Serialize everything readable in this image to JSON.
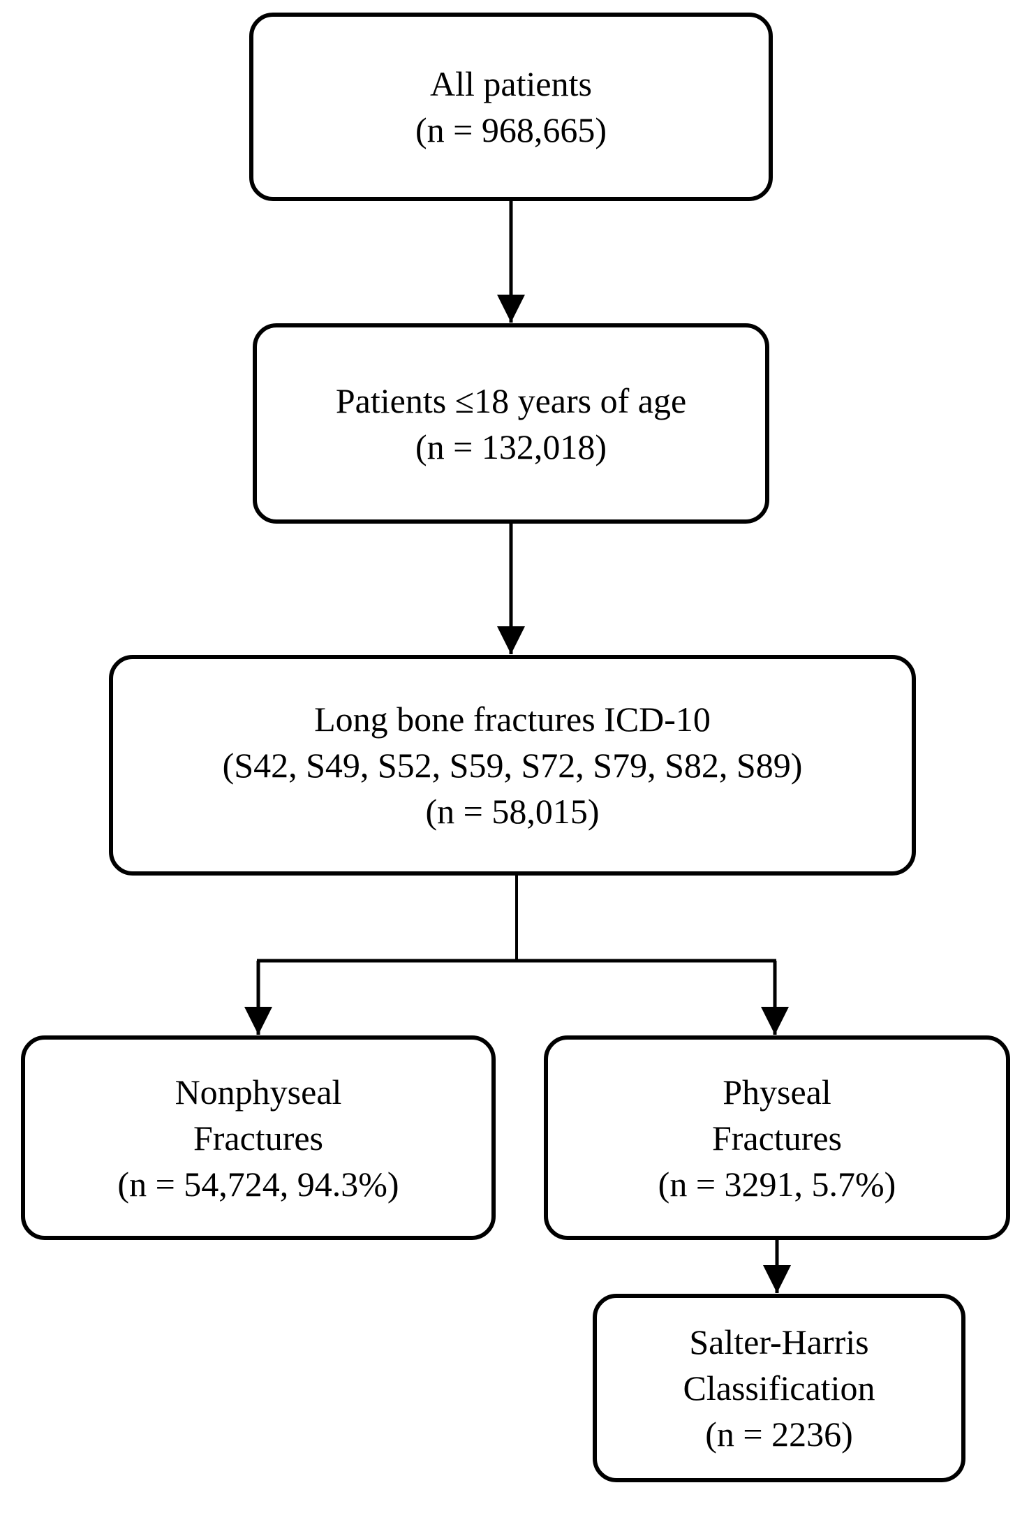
{
  "flowchart": {
    "all_patients": {
      "line1": "All patients",
      "line2": "(n = 968,665)"
    },
    "pediatric": {
      "line1": "Patients ≤18 years of age",
      "line2": "(n = 132,018)"
    },
    "long_bone": {
      "line1": "Long bone fractures ICD-10",
      "line2": "(S42, S49, S52, S59, S72, S79, S82, S89)",
      "line3": "(n = 58,015)"
    },
    "nonphyseal": {
      "line1": "Nonphyseal",
      "line2": "Fractures",
      "line3": "(n = 54,724, 94.3%)"
    },
    "physeal": {
      "line1": "Physeal",
      "line2": "Fractures",
      "line3": "(n = 3291, 5.7%)"
    },
    "salter_harris": {
      "line1": "Salter-Harris",
      "line2": "Classification",
      "line3": "(n = 2236)"
    }
  }
}
